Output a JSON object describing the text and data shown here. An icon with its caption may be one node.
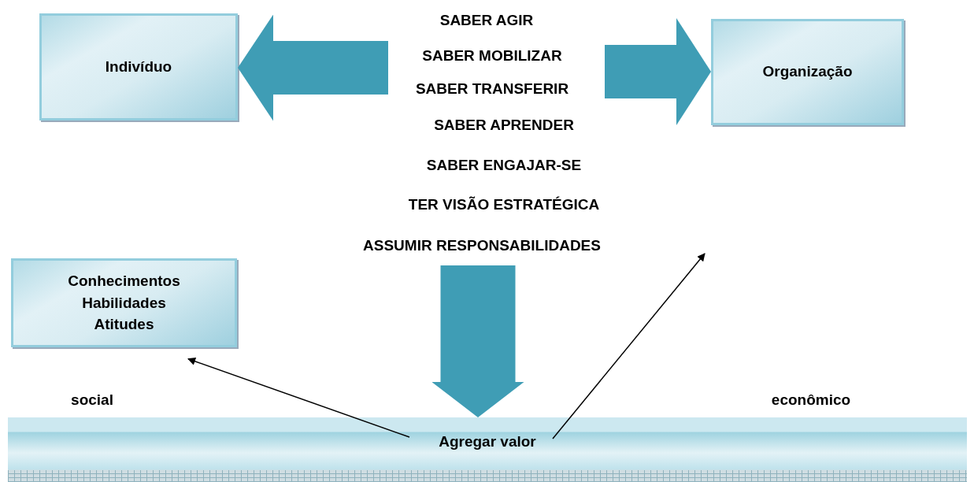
{
  "diagram": {
    "nodes": [
      {
        "text": [
          "Indivíduo"
        ]
      },
      {
        "text": [
          "Organização"
        ]
      },
      {
        "text": [
          "SABER AGIR",
          "SABER MOBILIZAR",
          "SABER TRANSFERIR",
          "SABER APRENDER",
          "SABER ENGAJAR-SE",
          "TER VISÃO ESTRATÉGICA",
          "ASSUMIR RESPONSABILIDADES"
        ]
      },
      {
        "text": [
          "Conhecimentos",
          "Habilidades",
          "Atitudes"
        ]
      },
      {
        "text": [
          "Agregar valor"
        ],
        "beside": [
          "social",
          "econômico"
        ]
      }
    ],
    "edges": [
      {
        "from": 2,
        "to": 0,
        "arrow": "to"
      },
      {
        "from": 2,
        "to": 1,
        "arrow": "to"
      },
      {
        "from": 2,
        "to": 4,
        "arrow": "to"
      },
      {
        "from": 4,
        "to": 3,
        "arrow": "to",
        "color": "#000000"
      },
      {
        "from": 4,
        "to": null,
        "arrow": "to",
        "color": "#000000"
      }
    ]
  }
}
